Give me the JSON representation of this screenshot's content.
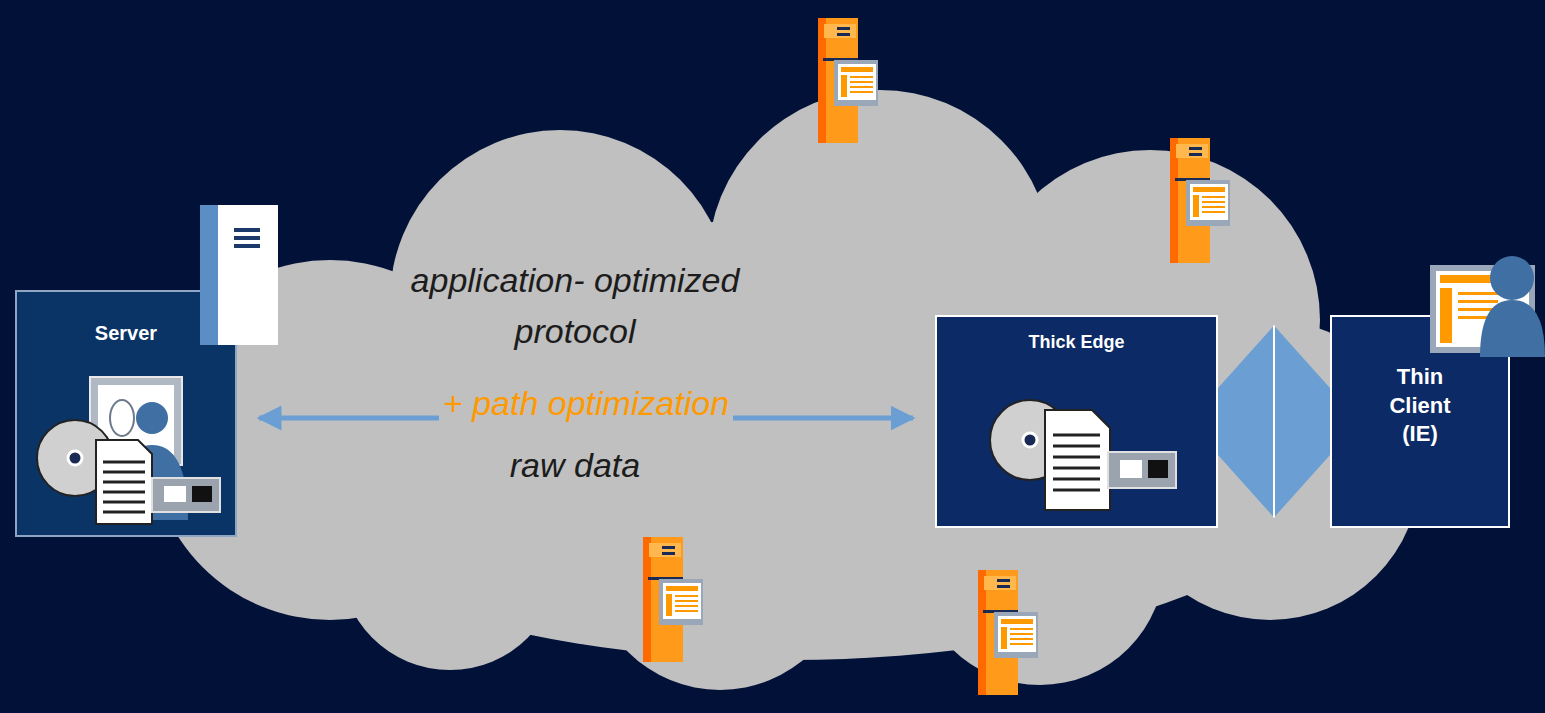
{
  "diagram": {
    "nodes": [
      {
        "text": [
          "Server"
        ]
      },
      {
        "text": [
          "Thick Edge"
        ]
      },
      {
        "text": [
          "Thin Client (IE)"
        ]
      }
    ],
    "edges": [
      {
        "from": 0,
        "to": 1,
        "arrow": "both",
        "label": "+ path optimization"
      },
      {
        "from": 1,
        "to": 2,
        "arrow": "both"
      }
    ],
    "labels": [
      "application- optimized protocol",
      "raw data"
    ]
  }
}
